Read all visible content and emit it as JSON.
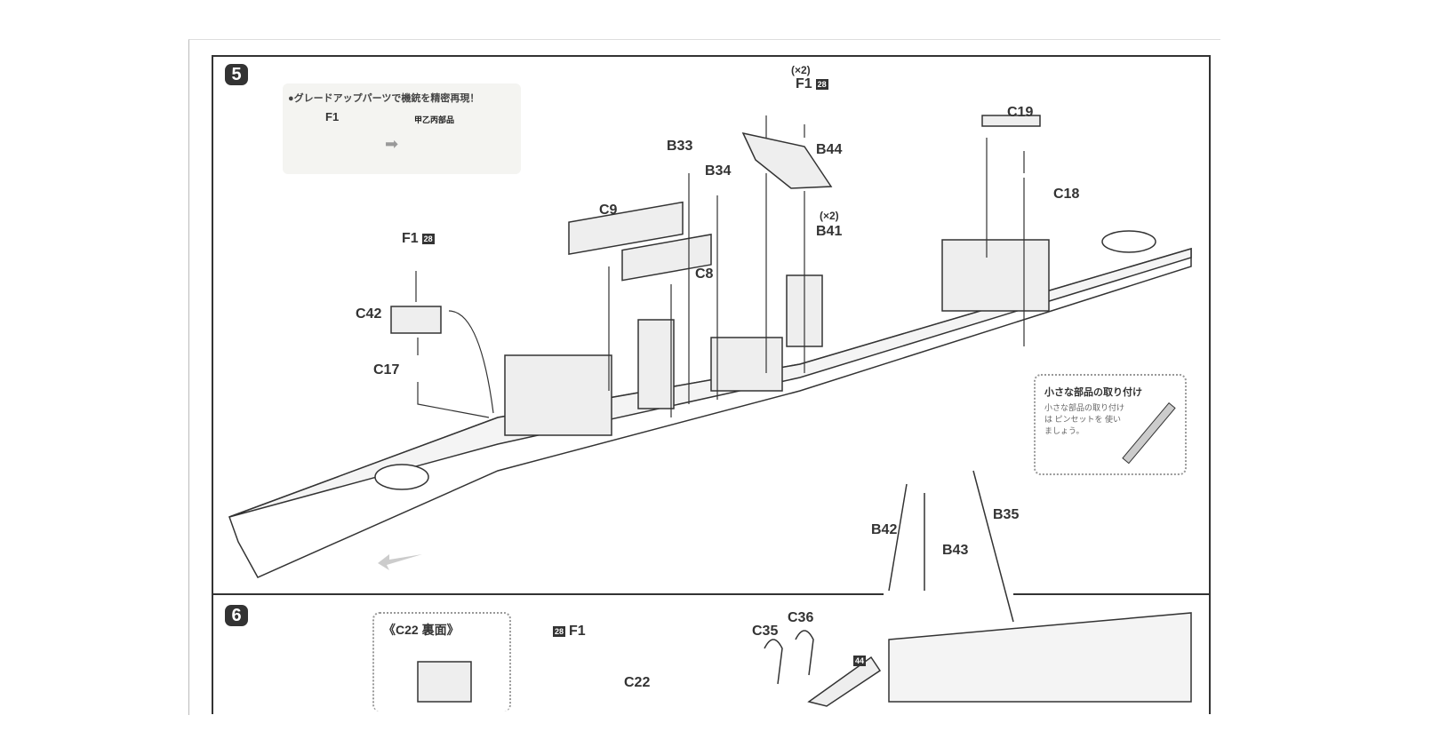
{
  "step5": {
    "number": "5",
    "promo_title": "●グレードアップパーツで機銃を精密再現！",
    "promo_from": "F1",
    "promo_to": "甲乙丙部品",
    "labels": {
      "f1_top": "F1",
      "f1_top_qty": "(×2)",
      "f1_left": "F1",
      "b33": "B33",
      "b34": "B34",
      "b44": "B44",
      "b41": "B41",
      "b41_qty": "(×2)",
      "c9": "C9",
      "c8": "C8",
      "c19": "C19",
      "c18": "C18",
      "c42": "C42",
      "c17": "C17",
      "b42": "B42",
      "b43": "B43",
      "b35": "B35"
    },
    "badge": "28",
    "tip_title": "小さな部品の取り付け",
    "tip_body": "小さな部品の取り付けは ピンセットを 使いましょう。"
  },
  "step6": {
    "number": "6",
    "c22_back": "《C22 裏面》",
    "labels": {
      "f1": "F1",
      "c22": "C22",
      "c35": "C35",
      "c36": "C36"
    },
    "badge": "28",
    "badge2": "44"
  }
}
